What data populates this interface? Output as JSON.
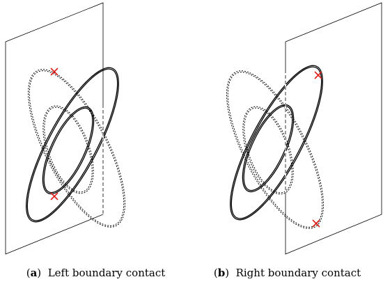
{
  "figure": {
    "panels": [
      {
        "label": "a",
        "caption": "Left boundary contact"
      },
      {
        "label": "b",
        "caption": "Right boundary contact"
      }
    ],
    "colors": {
      "stroke": "#000000",
      "marker": "#e0201b",
      "background": "#ffffff"
    },
    "marker_shape": "x-mark"
  }
}
